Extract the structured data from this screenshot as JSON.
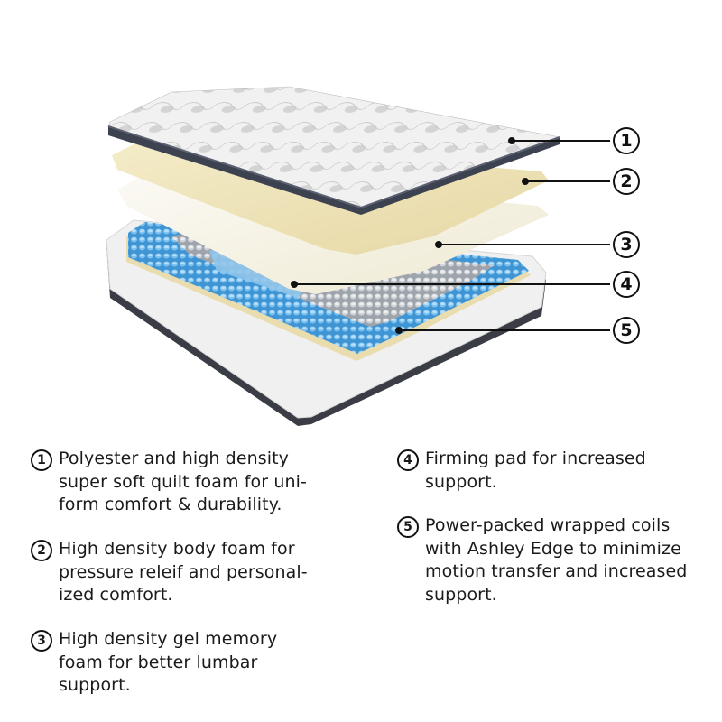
{
  "diagram": {
    "subject": "Mattress layer cutaway",
    "colors": {
      "quilt_top": "#eeeeee",
      "quilt_border": "#3c4250",
      "comfort_foam": "#efe4b8",
      "gel_foam": "#f6f3e8",
      "firming_pad": "#8cc4ec",
      "coils_blue": "#4ea3dc",
      "coils_gray": "#bcc0c6",
      "base_edge": "#f2f2f2",
      "base_bottom": "#3a3d45"
    },
    "callouts": [
      {
        "number": "1",
        "layer": "quilt-top"
      },
      {
        "number": "2",
        "layer": "comfort-foam"
      },
      {
        "number": "3",
        "layer": "gel-memory-foam"
      },
      {
        "number": "4",
        "layer": "firming-pad"
      },
      {
        "number": "5",
        "layer": "wrapped-coils"
      }
    ]
  },
  "descriptions": [
    {
      "number": "1",
      "text": "Polyester and high density\nsuper soft quilt foam for uni-\nform comfort & durability."
    },
    {
      "number": "2",
      "text": "High density body foam for\npressure releif and personal-\nized comfort."
    },
    {
      "number": "3",
      "text": "High density gel memory\nfoam for better lumbar\nsupport."
    },
    {
      "number": "4",
      "text": "Firming pad for increased\nsupport."
    },
    {
      "number": "5",
      "text": "Power-packed wrapped coils\nwith Ashley Edge to minimize\nmotion transfer and increased\nsupport."
    }
  ]
}
